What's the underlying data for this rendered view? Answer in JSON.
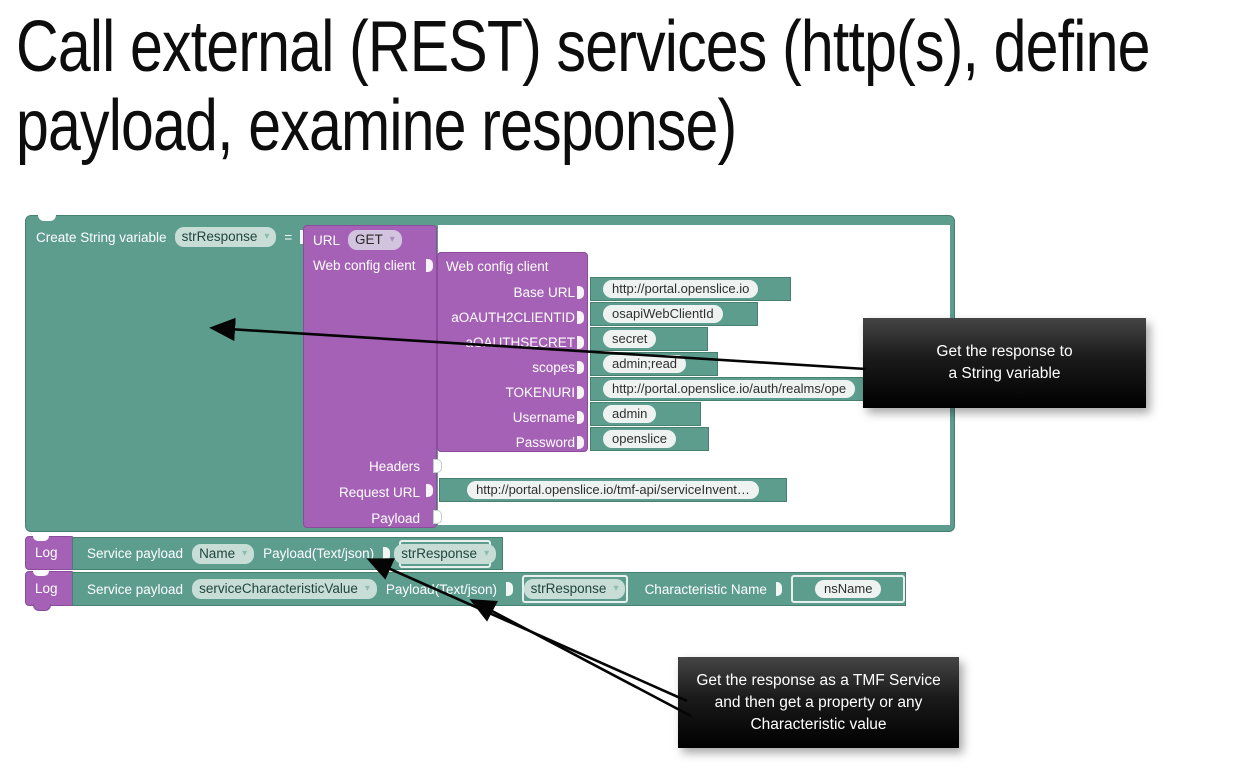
{
  "title": {
    "line1": "Call external (REST) services (http(s), define",
    "line2": "payload, examine response)"
  },
  "colors": {
    "teal": "#5d9d8e",
    "teal_border": "#47806f",
    "purple": "#a561b5",
    "purple_border": "#8a4c9b",
    "pill_bg": "#eef3f1",
    "dropdown_teal_bg": "#c7ddd6",
    "dropdown_purple_bg": "#d2c3de",
    "callout_bg": "#000000",
    "callout_text": "#ffffff"
  },
  "create_block": {
    "label": "Create String variable",
    "variable": "strResponse",
    "equals": "="
  },
  "url_block": {
    "label": "URL",
    "method": "GET",
    "client_input_label": "Web config client",
    "headers_label": "Headers",
    "request_url_label": "Request URL",
    "payload_label": "Payload",
    "request_url_value": "http://portal.openslice.io/tmf-api/serviceInvent…"
  },
  "config_block": {
    "title": "Web config client",
    "fields": [
      {
        "label": "Base URL",
        "value": "http://portal.openslice.io"
      },
      {
        "label": "aOAUTH2CLIENTID",
        "value": "osapiWebClientId"
      },
      {
        "label": "aOAUTHSECRET",
        "value": "secret"
      },
      {
        "label": "scopes",
        "value": "admin;read"
      },
      {
        "label": "TOKENURI",
        "value": "http://portal.openslice.io/auth/realms/ope"
      },
      {
        "label": "Username",
        "value": "admin"
      },
      {
        "label": "Password",
        "value": "openslice"
      }
    ]
  },
  "log_rows": [
    {
      "log_label": "Log",
      "service_label": "Service payload",
      "selector": "Name",
      "payload_label": "Payload(Text/json)",
      "variable": "strResponse"
    },
    {
      "log_label": "Log",
      "service_label": "Service payload",
      "selector": "serviceCharacteristicValue",
      "payload_label": "Payload(Text/json)",
      "variable": "strResponse",
      "characteristic_label": "Characteristic Name",
      "characteristic_value": "nsName"
    }
  ],
  "callouts": [
    {
      "lines": [
        "Get the response to",
        "a String variable"
      ]
    },
    {
      "lines": [
        "Get the response as a TMF Service",
        "and then get a property or any",
        "Characteristic value"
      ]
    }
  ]
}
